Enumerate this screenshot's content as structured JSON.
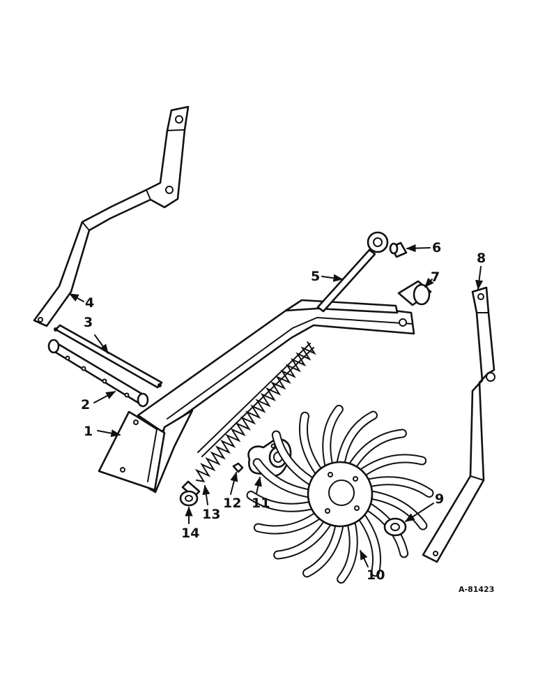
{
  "diagram": {
    "reference_code": "A-81423",
    "callouts": [
      {
        "id": "1",
        "label": "1"
      },
      {
        "id": "2",
        "label": "2"
      },
      {
        "id": "3",
        "label": "3"
      },
      {
        "id": "4",
        "label": "4"
      },
      {
        "id": "5",
        "label": "5"
      },
      {
        "id": "6",
        "label": "6"
      },
      {
        "id": "7",
        "label": "7"
      },
      {
        "id": "8",
        "label": "8"
      },
      {
        "id": "9",
        "label": "9"
      },
      {
        "id": "10",
        "label": "10"
      },
      {
        "id": "11",
        "label": "11"
      },
      {
        "id": "12",
        "label": "12"
      },
      {
        "id": "13",
        "label": "13"
      },
      {
        "id": "14",
        "label": "14"
      }
    ]
  },
  "colors": {
    "line": "#111111",
    "background": "#ffffff"
  }
}
